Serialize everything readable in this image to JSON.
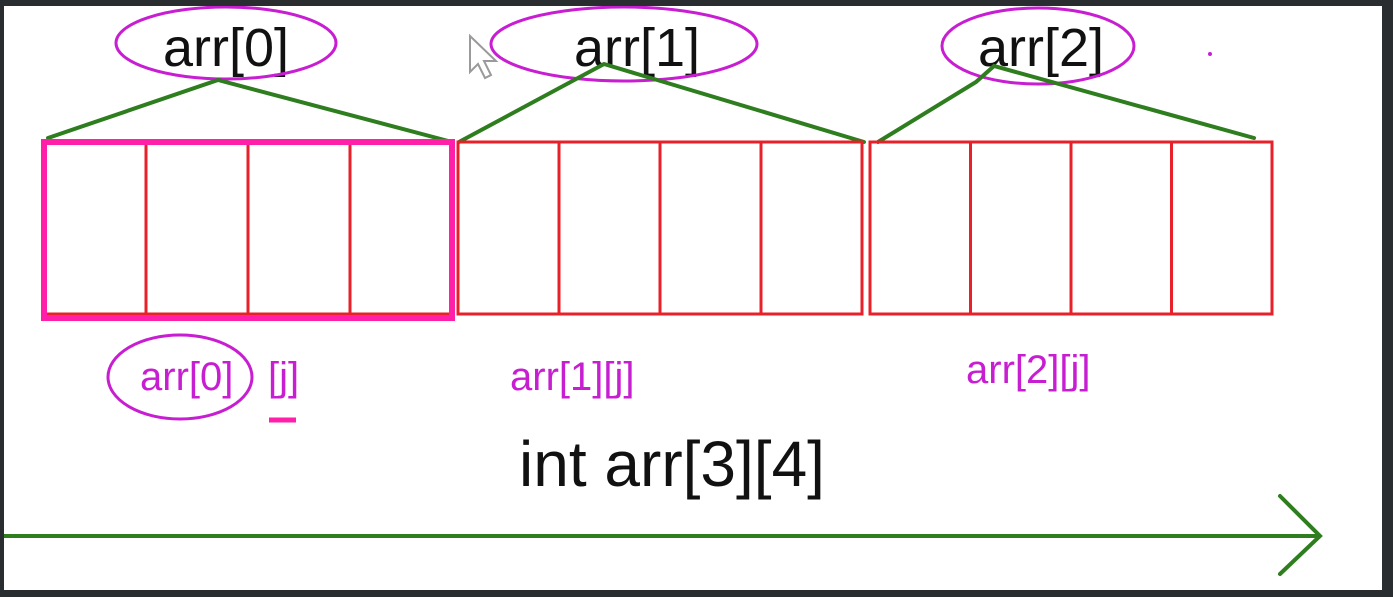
{
  "title": "int arr[3][4]",
  "rows": [
    {
      "label": "arr[0]",
      "sublabel_row": "arr[0]",
      "sublabel_col": "[j]",
      "circled_top": true,
      "circled_sub": true
    },
    {
      "label": "arr[1]",
      "sublabel": "arr[1][j]",
      "circled_top": true
    },
    {
      "label": "arr[2]",
      "sublabel": "arr[2][j]",
      "circled_top": true
    }
  ],
  "cells_per_row": 4,
  "colors": {
    "cell_border": "#e8202a",
    "highlight_border": "#ff1fa8",
    "annotation": "#c81ed2",
    "connector": "#2e7d1e",
    "text": "#111111",
    "background": "#ffffff"
  }
}
